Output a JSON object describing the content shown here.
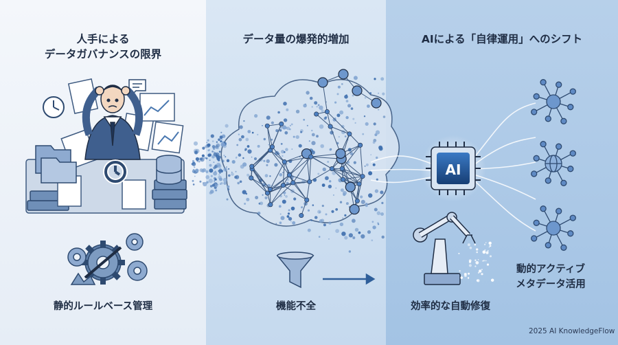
{
  "panels": {
    "left": {
      "title_line1": "人手による",
      "title_line2": "データガバナンスの限界",
      "caption": "静的ルールベース管理"
    },
    "middle": {
      "title": "データ量の爆発的増加",
      "caption": "機能不全"
    },
    "right": {
      "title": "AIによる「自律運用」へのシフト",
      "chip_label": "AI",
      "caption_repair": "効率的な自動修復",
      "caption_meta_line1": "動的アクティブ",
      "caption_meta_line2": "メタデータ活用"
    }
  },
  "credit": "2025 AI KnowledgeFlow",
  "colors": {
    "accent": "#2f5f9a",
    "dark_text": "#1f2d44",
    "node_fill": "#4c7fc0",
    "chip_face": "#1e4f8f"
  }
}
